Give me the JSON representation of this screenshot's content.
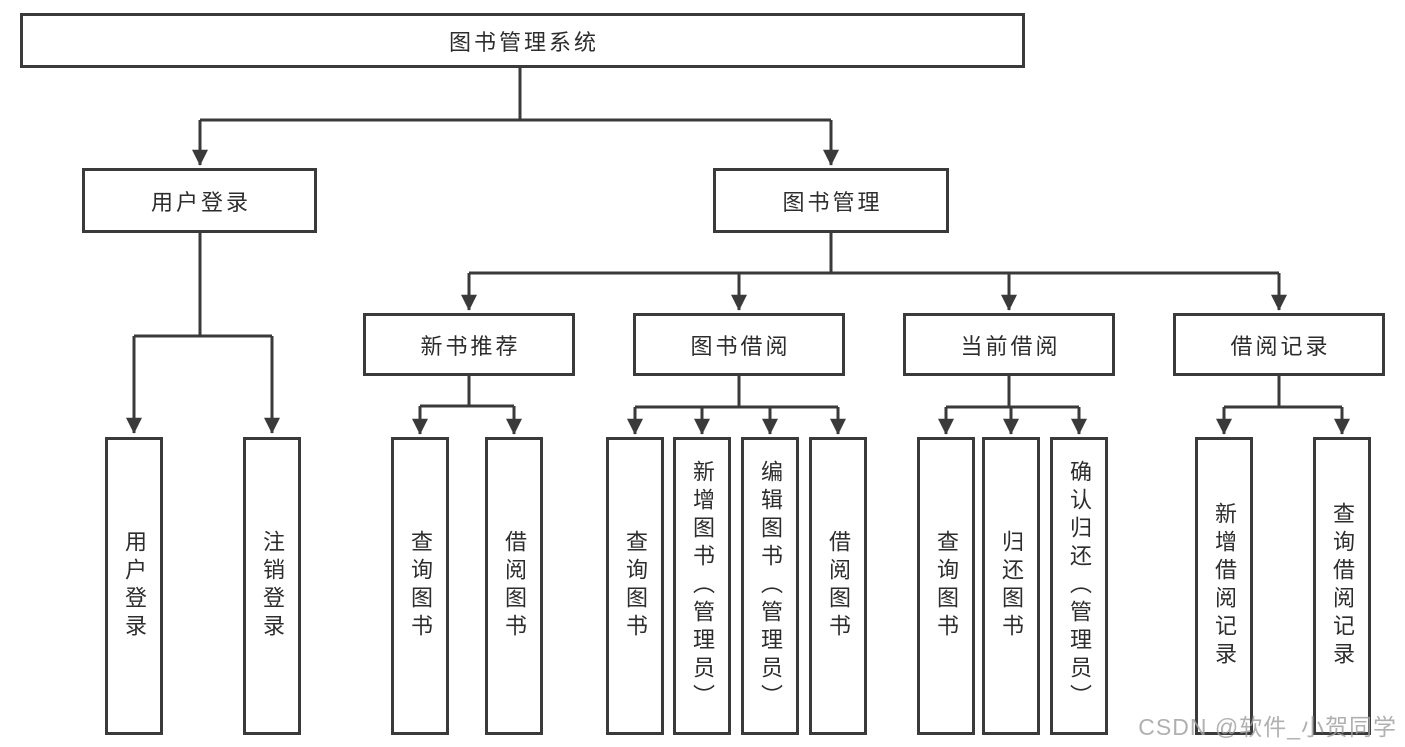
{
  "tree": {
    "label": "图书管理系统",
    "children": [
      {
        "label": "用户登录",
        "children": [
          {
            "label": "用户登录"
          },
          {
            "label": "注销登录"
          }
        ]
      },
      {
        "label": "图书管理",
        "children": [
          {
            "label": "新书推荐",
            "children": [
              {
                "label": "查询图书"
              },
              {
                "label": "借阅图书"
              }
            ]
          },
          {
            "label": "图书借阅",
            "children": [
              {
                "label": "查询图书"
              },
              {
                "label": "新增图书（管理员）"
              },
              {
                "label": "编辑图书（管理员）"
              },
              {
                "label": "借阅图书"
              }
            ]
          },
          {
            "label": "当前借阅",
            "children": [
              {
                "label": "查询图书"
              },
              {
                "label": "归还图书"
              },
              {
                "label": "确认归还（管理员）"
              }
            ]
          },
          {
            "label": "借阅记录",
            "children": [
              {
                "label": "新增借阅记录"
              },
              {
                "label": "查询借阅记录"
              }
            ]
          }
        ]
      }
    ]
  },
  "watermark": {
    "text": "CSDN @软件_小贺同学"
  },
  "colors": {
    "line": "#3a3a3a",
    "text": "#2d2d2d",
    "bg": "#ffffff",
    "watermark": "#a3a3a3"
  }
}
